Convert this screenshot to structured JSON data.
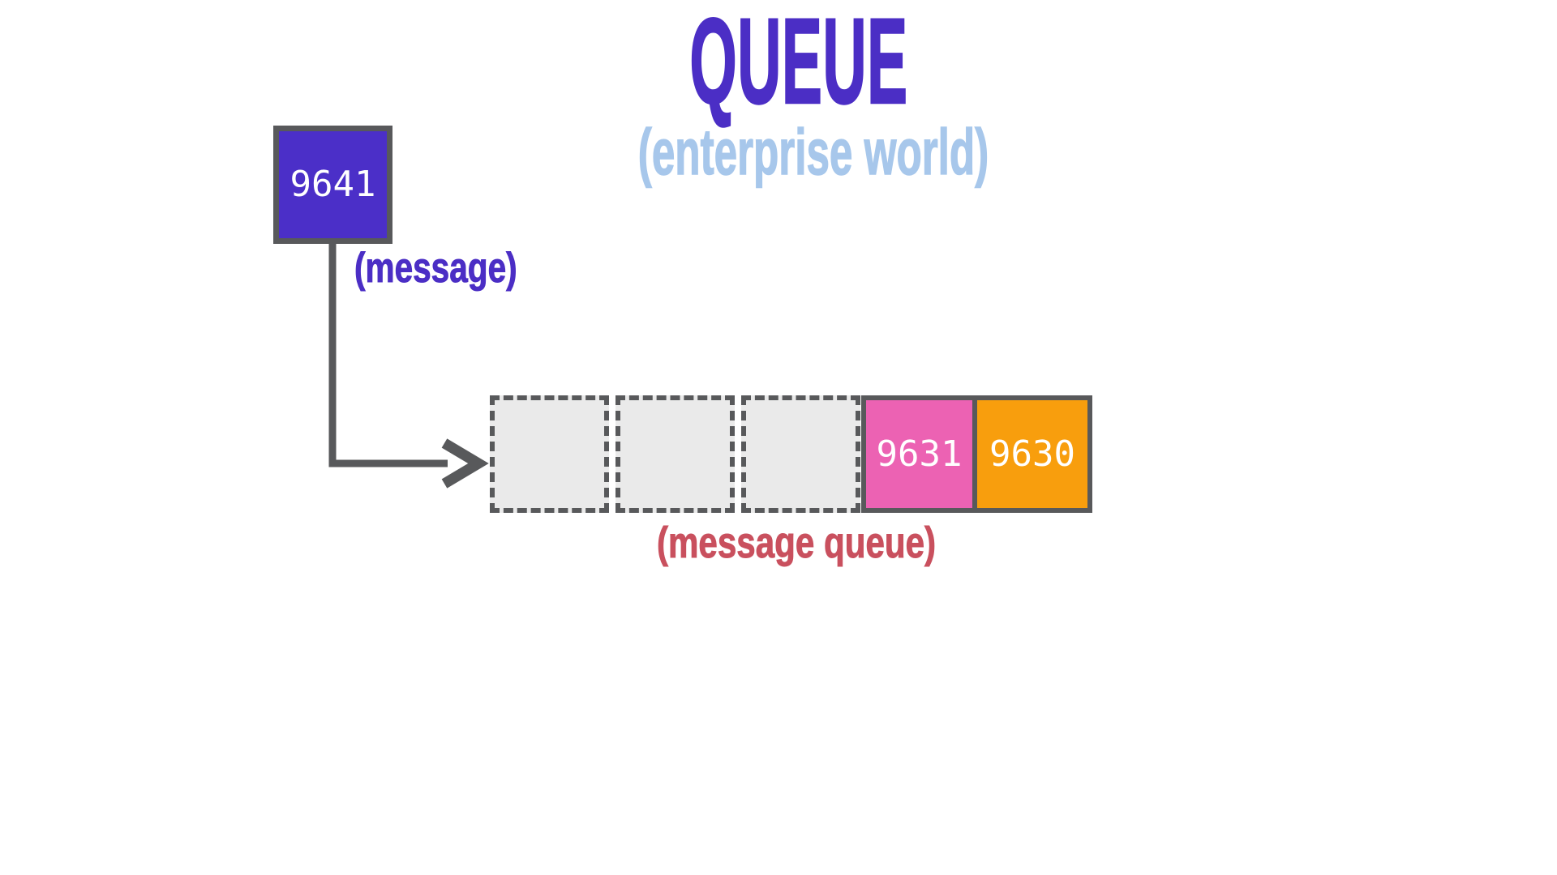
{
  "title": {
    "text": "QUEUE",
    "color": "#4B2EC5"
  },
  "subtitle": {
    "text": "(enterprise world)",
    "color": "#A7C7EB"
  },
  "producer": {
    "value": "9641",
    "fill": "#4B2FC8",
    "label": "(message)",
    "label_color": "#4B2EC5"
  },
  "queue": {
    "label": "(message queue)",
    "label_color": "#C9505E",
    "slots": [
      {
        "type": "empty",
        "value": ""
      },
      {
        "type": "empty",
        "value": ""
      },
      {
        "type": "empty",
        "value": ""
      },
      {
        "type": "filled",
        "value": "9631",
        "fill": "#EC62B3"
      },
      {
        "type": "filled",
        "value": "9630",
        "fill": "#F89E0D"
      }
    ]
  },
  "colors": {
    "border_gray": "#58595B",
    "empty_slot_fill": "#EAEAEA",
    "value_text": "#FFFFFF",
    "background": "#FFFFFF"
  }
}
